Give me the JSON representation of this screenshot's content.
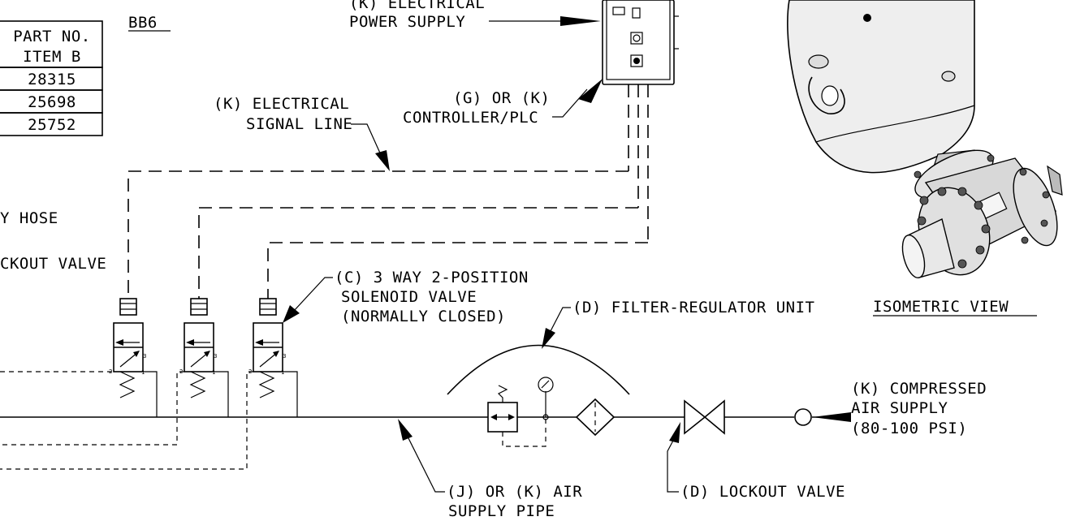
{
  "drawing_ref": "BB6",
  "parts_table": {
    "header_line1": "PART NO.",
    "header_line2": "ITEM B",
    "rows": [
      "28315",
      "25698",
      "25752"
    ]
  },
  "labels": {
    "power_supply_1": "(K) ELECTRICAL",
    "power_supply_2": "POWER SUPPLY",
    "controller_1": "(G) OR (K)",
    "controller_2": "CONTROLLER/PLC",
    "signal_line_1": "(K) ELECTRICAL",
    "signal_line_2": "SIGNAL LINE",
    "hose_partial": "Y HOSE",
    "lockout_partial": "CKOUT VALVE",
    "solenoid_1": "(C) 3 WAY 2-POSITION",
    "solenoid_2": "SOLENOID VALVE",
    "solenoid_3": "(NORMALLY CLOSED)",
    "filter_regulator": "(D) FILTER-REGULATOR UNIT",
    "compressed_1": "(K) COMPRESSED",
    "compressed_2": "AIR SUPPLY",
    "compressed_3": "(80-100 PSI)",
    "air_pipe_1": "(J) OR (K) AIR",
    "air_pipe_2": "SUPPLY PIPE",
    "lockout_valve": "(D) LOCKOUT VALVE",
    "isometric": "ISOMETRIC VIEW"
  }
}
